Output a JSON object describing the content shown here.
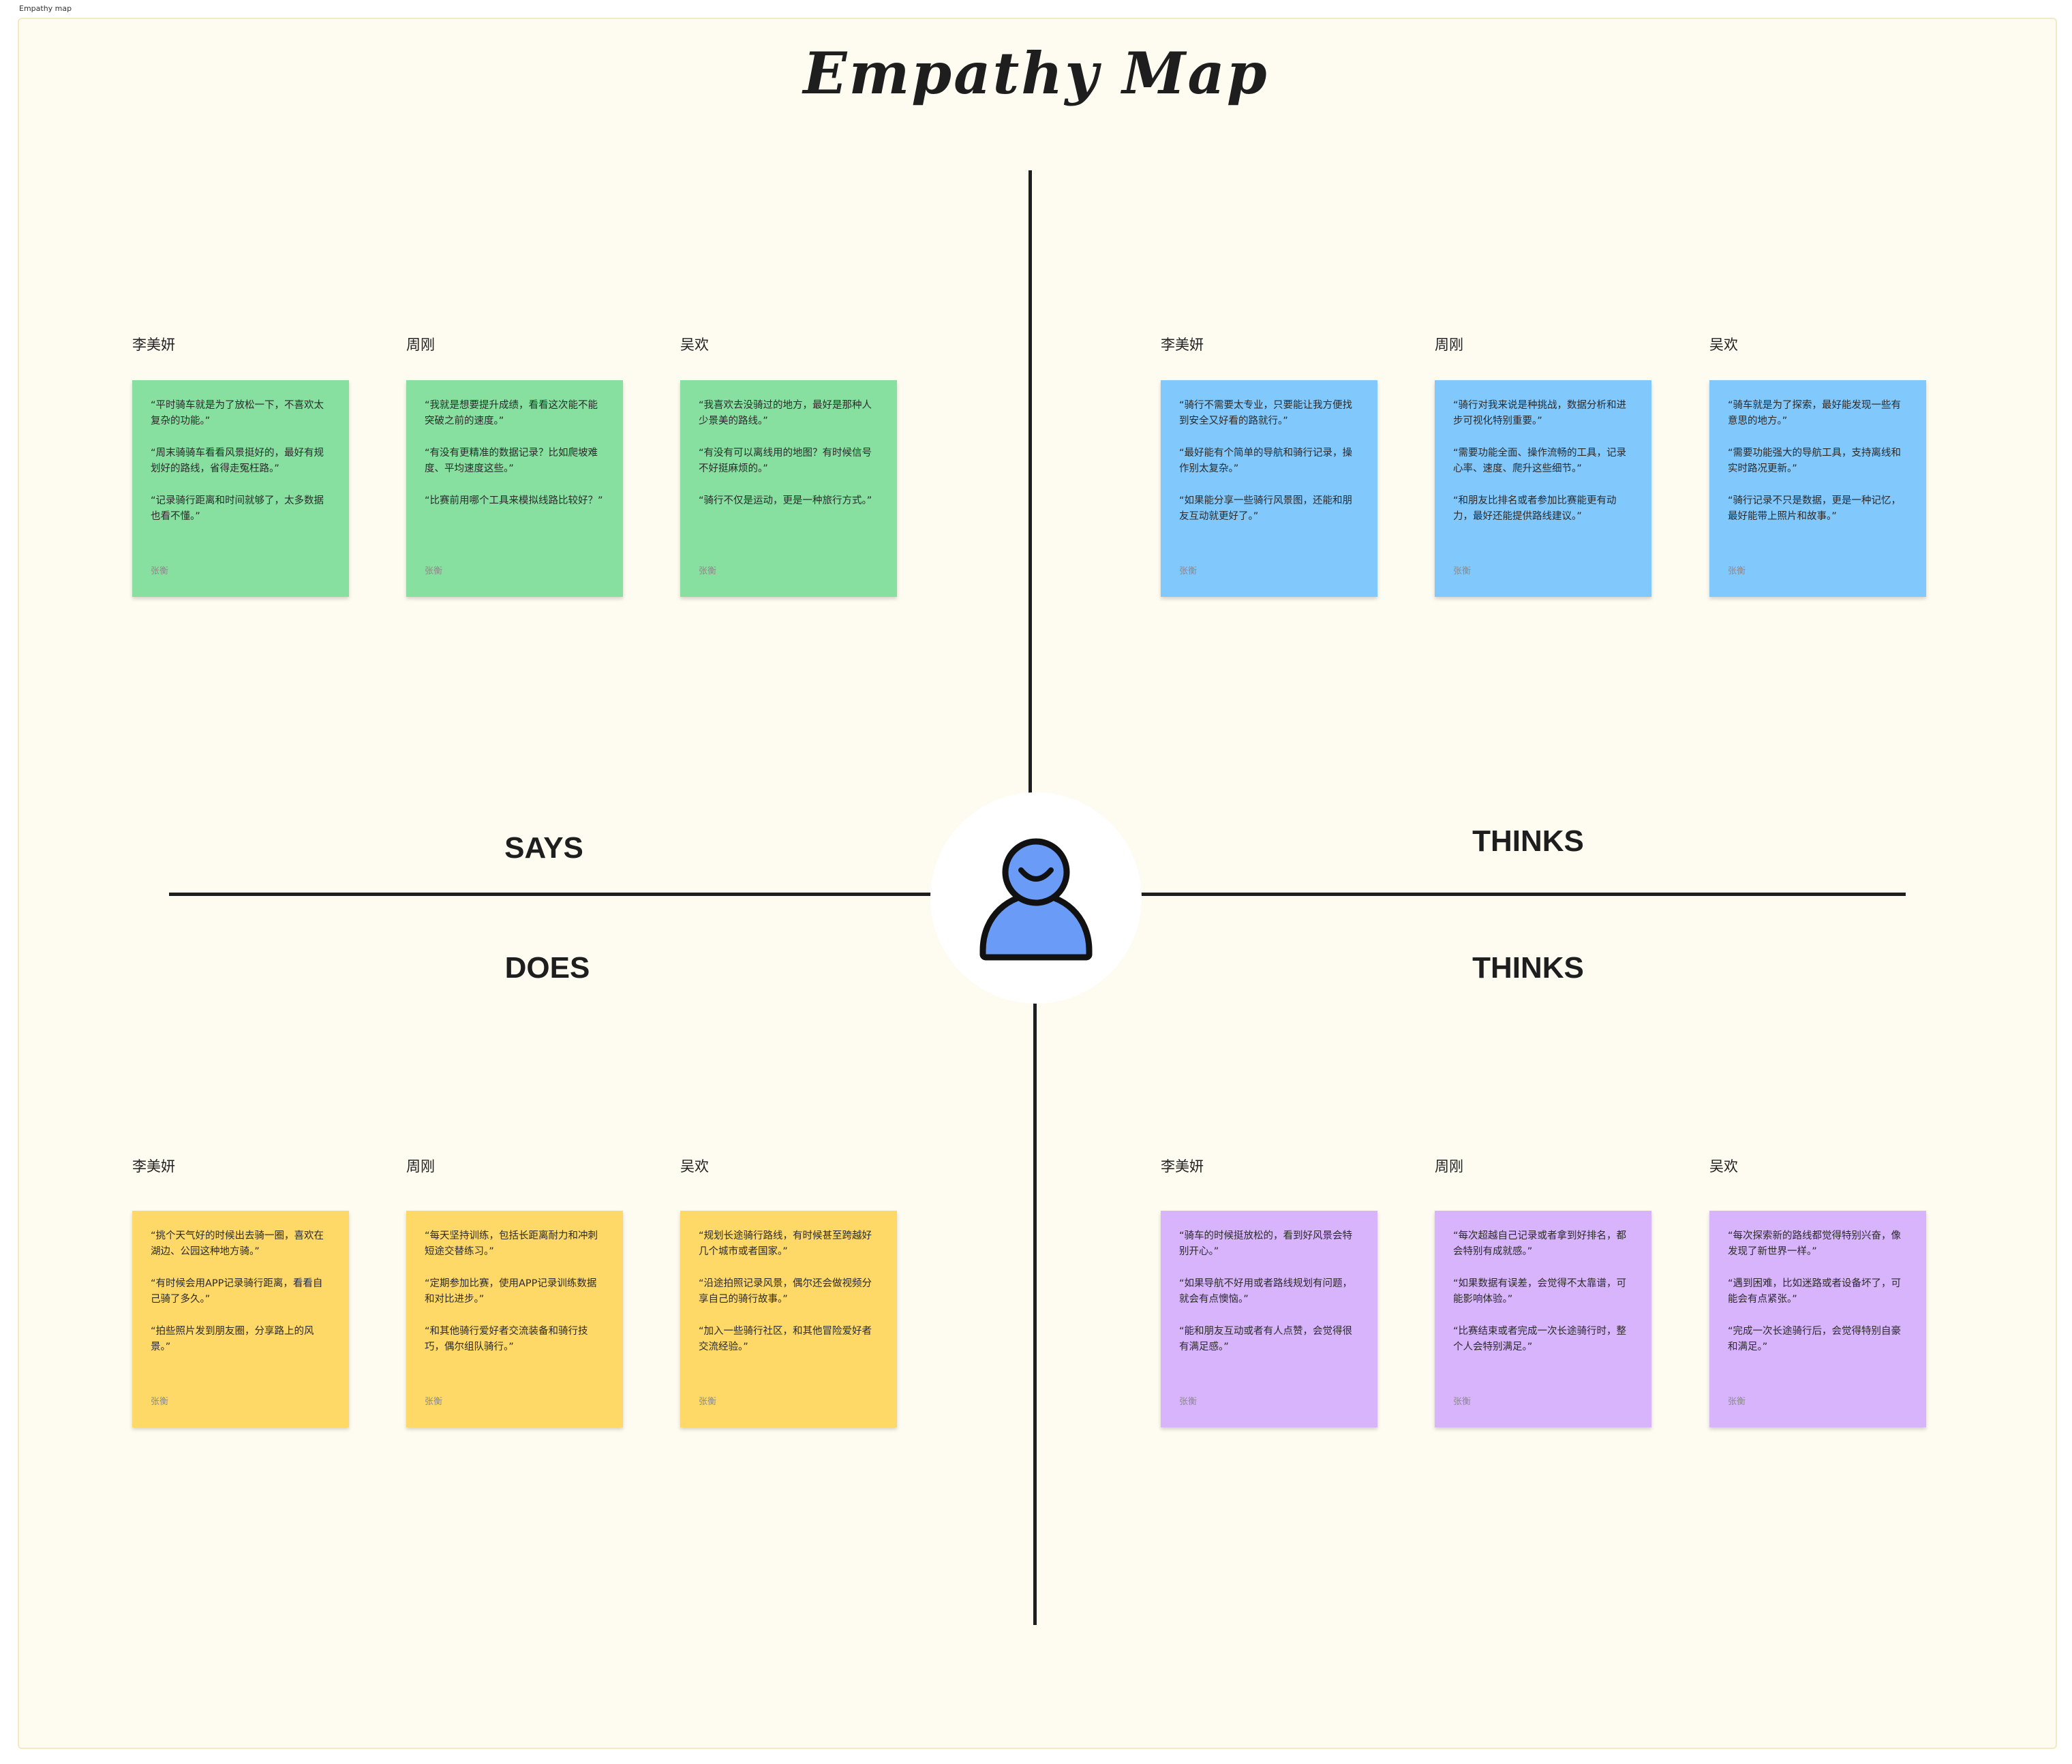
{
  "frame_label": "Empathy map",
  "title": "Empathy Map",
  "colors": {
    "background": "#fefbf0",
    "says_note": "#87e0a0",
    "thinks_note": "#81c8fd",
    "does_note": "#fed967",
    "feels_note": "#d8b4fd",
    "avatar_fill": "#6a9bf7",
    "line": "#1e1e1e"
  },
  "center_icon": "user-avatar-icon",
  "quadrants": {
    "says": {
      "label": "SAYS",
      "notes": [
        {
          "name": "李美妍",
          "quotes": [
            "“平时骑车就是为了放松一下，不喜欢太复杂的功能。”",
            "“周末骑骑车看看风景挺好的，最好有规划好的路线，省得走冤枉路。”",
            "“记录骑行距离和时间就够了，太多数据也看不懂。”"
          ],
          "author": "张衡"
        },
        {
          "name": "周刚",
          "quotes": [
            "“我就是想要提升成绩，看看这次能不能突破之前的速度。”",
            "“有没有更精准的数据记录？比如爬坡难度、平均速度这些。”",
            "“比赛前用哪个工具来模拟线路比较好？”"
          ],
          "author": "张衡"
        },
        {
          "name": "吴欢",
          "quotes": [
            "“我喜欢去没骑过的地方，最好是那种人少景美的路线。”",
            "“有没有可以离线用的地图？有时候信号不好挺麻烦的。”",
            "“骑行不仅是运动，更是一种旅行方式。”"
          ],
          "author": "张衡"
        }
      ]
    },
    "thinks": {
      "label": "THINKS",
      "notes": [
        {
          "name": "李美妍",
          "quotes": [
            "“骑行不需要太专业，只要能让我方便找到安全又好看的路就行。”",
            "“最好能有个简单的导航和骑行记录，操作别太复杂。”",
            "“如果能分享一些骑行风景图，还能和朋友互动就更好了。”"
          ],
          "author": "张衡"
        },
        {
          "name": "周刚",
          "quotes": [
            "“骑行对我来说是种挑战，数据分析和进步可视化特别重要。”",
            "“需要功能全面、操作流畅的工具，记录心率、速度、爬升这些细节。”",
            "“和朋友比排名或者参加比赛能更有动力，最好还能提供路线建议。”"
          ],
          "author": "张衡"
        },
        {
          "name": "吴欢",
          "quotes": [
            "“骑车就是为了探索，最好能发现一些有意思的地方。”",
            "“需要功能强大的导航工具，支持离线和实时路况更新。”",
            "“骑行记录不只是数据，更是一种记忆，最好能带上照片和故事。”"
          ],
          "author": "张衡"
        }
      ]
    },
    "does": {
      "label": "DOES",
      "notes": [
        {
          "name": "李美妍",
          "quotes": [
            "“挑个天气好的时候出去骑一圈，喜欢在湖边、公园这种地方骑。”",
            "“有时候会用APP记录骑行距离，看看自己骑了多久。”",
            "“拍些照片发到朋友圈，分享路上的风景。”"
          ],
          "author": "张衡"
        },
        {
          "name": "周刚",
          "quotes": [
            "“每天坚持训练，包括长距离耐力和冲刺短途交替练习。”",
            "“定期参加比赛，使用APP记录训练数据和对比进步。”",
            "“和其他骑行爱好者交流装备和骑行技巧，偶尔组队骑行。”"
          ],
          "author": "张衡"
        },
        {
          "name": "吴欢",
          "quotes": [
            "“规划长途骑行路线，有时候甚至跨越好几个城市或者国家。”",
            "“沿途拍照记录风景，偶尔还会做视频分享自己的骑行故事。”",
            "“加入一些骑行社区，和其他冒险爱好者交流经验。”"
          ],
          "author": "张衡"
        }
      ]
    },
    "feels": {
      "label": "THINKS",
      "notes": [
        {
          "name": "李美妍",
          "quotes": [
            "“骑车的时候挺放松的，看到好风景会特别开心。”",
            "“如果导航不好用或者路线规划有问题，就会有点懊恼。”",
            "“能和朋友互动或者有人点赞，会觉得很有满足感。”"
          ],
          "author": "张衡"
        },
        {
          "name": "周刚",
          "quotes": [
            "“每次超越自己记录或者拿到好排名，都会特别有成就感。”",
            "“如果数据有误差，会觉得不太靠谱，可能影响体验。”",
            "“比赛结束或者完成一次长途骑行时，整个人会特别满足。”"
          ],
          "author": "张衡"
        },
        {
          "name": "吴欢",
          "quotes": [
            "“每次探索新的路线都觉得特别兴奋，像发现了新世界一样。”",
            "“遇到困难，比如迷路或者设备坏了，可能会有点紧张。”",
            "“完成一次长途骑行后，会觉得特别自豪和满足。”"
          ],
          "author": "张衡"
        }
      ]
    }
  }
}
